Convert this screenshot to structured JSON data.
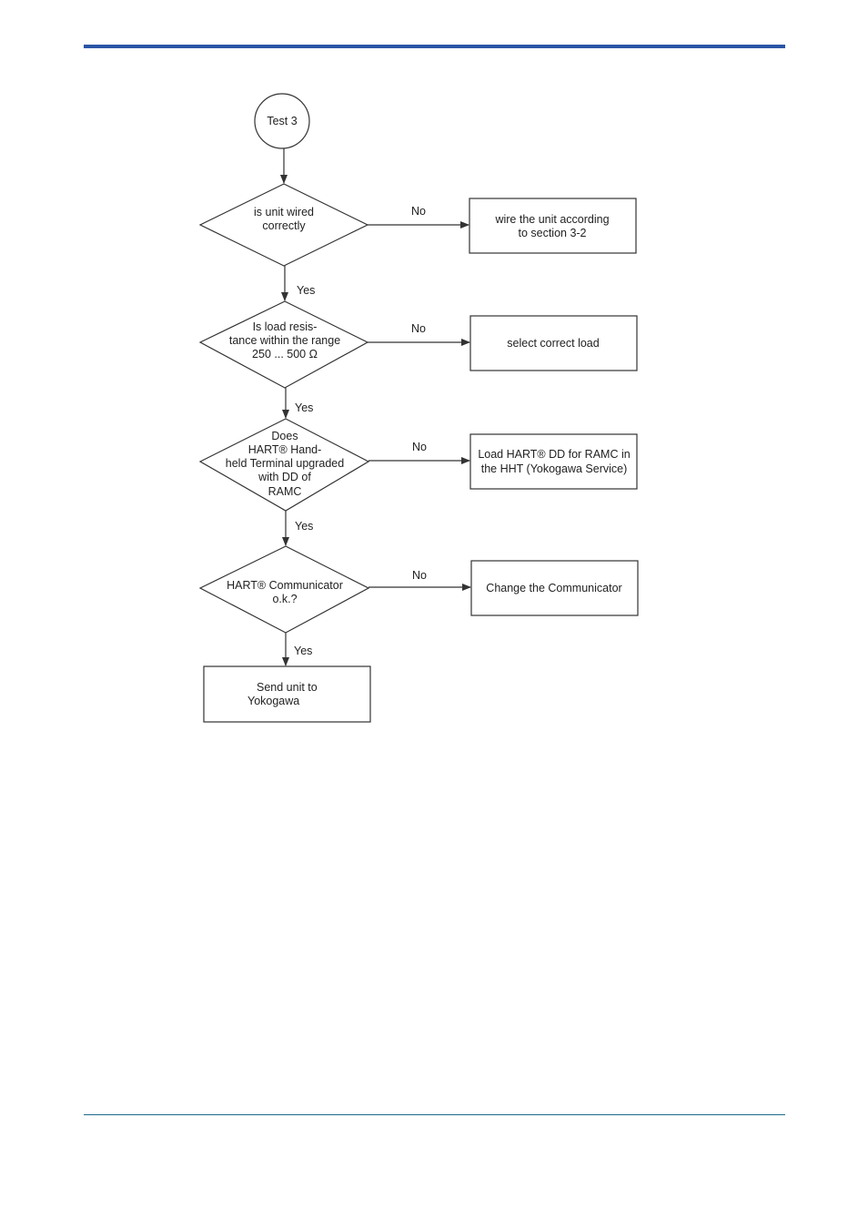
{
  "colors": {
    "top_rule": "#2a55a5",
    "bottom_rule": "#1f6b8a",
    "line": "#333333",
    "text": "#222222"
  },
  "flow": {
    "start": {
      "lines": [
        "Test 3"
      ]
    },
    "decisions": [
      {
        "lines": [
          "is unit wired",
          "correctly"
        ],
        "no_label": "No",
        "yes_label": "Yes",
        "action": {
          "lines": [
            "wire the unit according",
            "to section 3-2"
          ]
        }
      },
      {
        "lines": [
          "Is load resis-",
          "tance within the range",
          "250 ... 500 Ω"
        ],
        "no_label": "No",
        "yes_label": "Yes",
        "action": {
          "lines": [
            "select correct load"
          ]
        }
      },
      {
        "lines": [
          "Does",
          "HART® Hand-",
          "held Terminal upgraded",
          "with DD of",
          "RAMC"
        ],
        "no_label": "No",
        "yes_label": "Yes",
        "action": {
          "lines": [
            "Load HART® DD for RAMC in",
            "the HHT (Yokogawa Service)"
          ]
        }
      },
      {
        "lines": [
          "HART® Communicator",
          "o.k.?"
        ],
        "no_label": "No",
        "yes_label": "Yes",
        "action": {
          "lines": [
            "Change the Communicator"
          ]
        }
      }
    ],
    "end": {
      "lines": [
        "Send unit to",
        "Yokogawa"
      ]
    }
  }
}
